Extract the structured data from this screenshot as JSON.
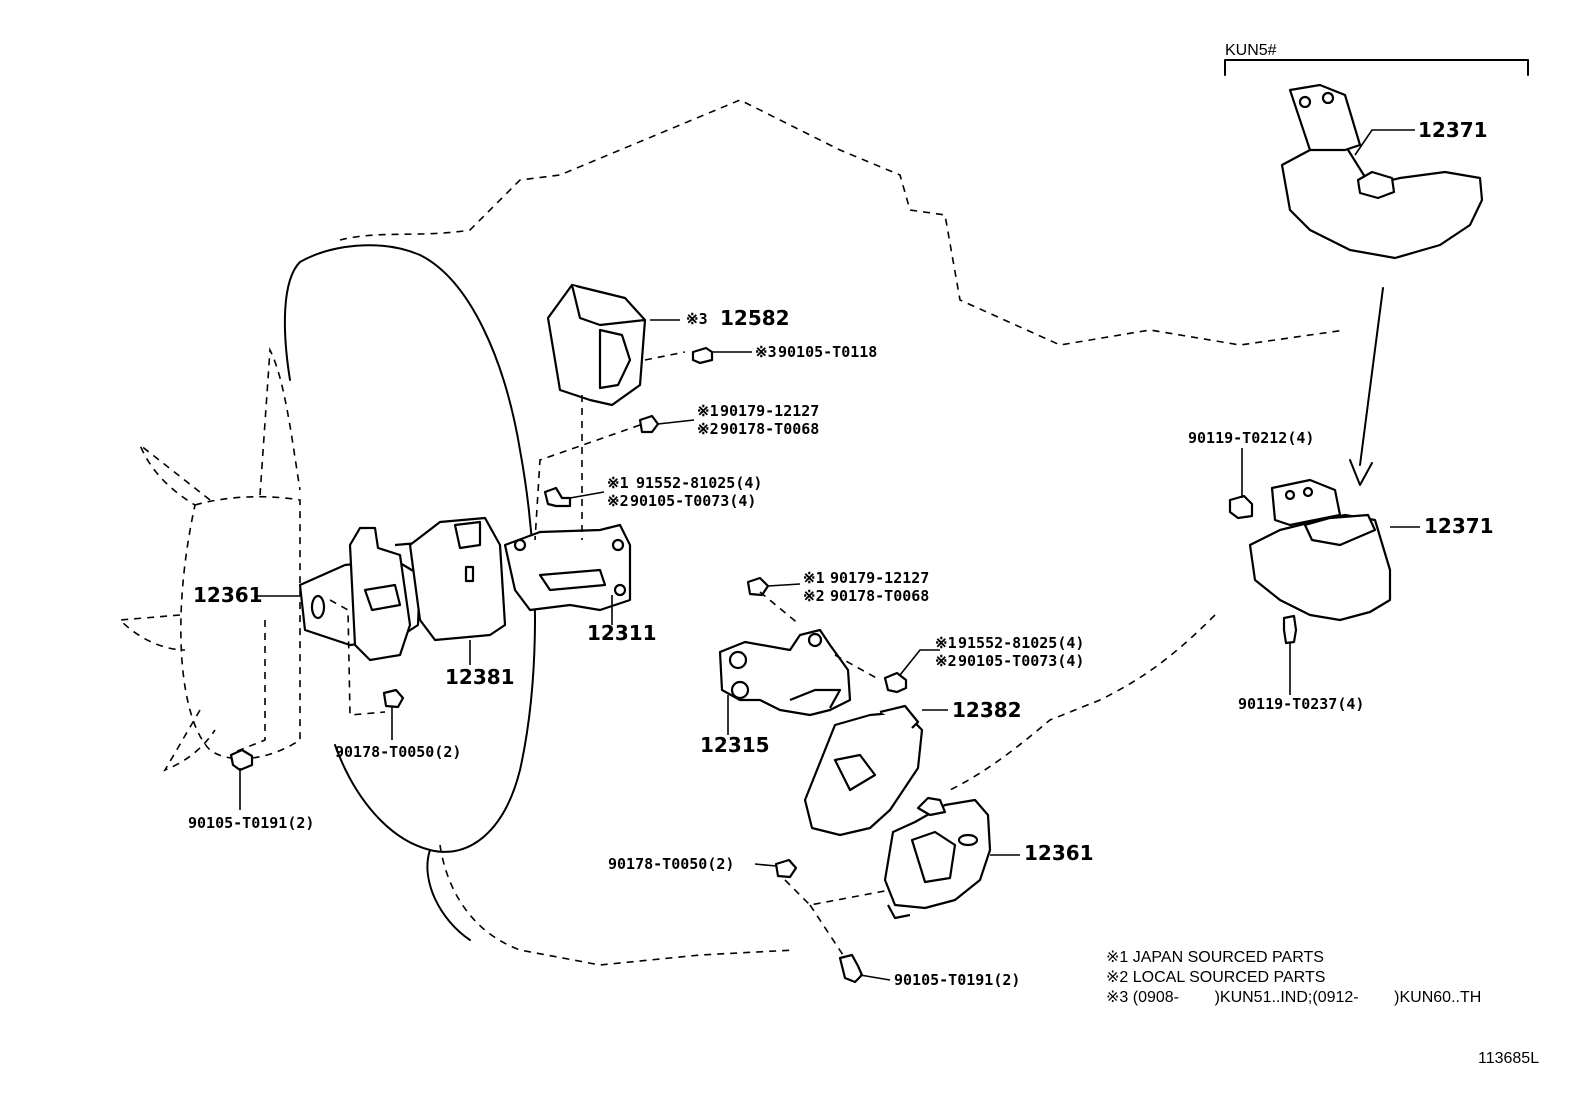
{
  "header": {
    "variant_label": "KUN5#"
  },
  "parts": {
    "p12371_top": "12371",
    "p12371_right": "12371",
    "p12582": "12582",
    "p12582_mark": "※3",
    "b90105_T0118": "90105-T0118",
    "b90105_T0118_mark": "※3",
    "n_top_1": "90179-12127",
    "n_top_1_mark": "※1",
    "n_top_2": "90178-T0068",
    "n_top_2_mark": "※2",
    "s_mid_1": "91552-81025(4)",
    "s_mid_1_mark": "※1",
    "s_mid_2": "90105-T0073(4)",
    "s_mid_2_mark": "※2",
    "p12361_left": "12361",
    "p12381": "12381",
    "p12311": "12311",
    "n_left": "90178-T0050(2)",
    "b_left": "90105-T0191(2)",
    "n_low_1": "90179-12127",
    "n_low_1_mark": "※1",
    "n_low_2": "90178-T0068",
    "n_low_2_mark": "※2",
    "s_low_1": "91552-81025(4)",
    "s_low_1_mark": "※1",
    "s_low_2": "90105-T0073(4)",
    "s_low_2_mark": "※2",
    "p12315": "12315",
    "p12382": "12382",
    "p12361_right": "12361",
    "n_bottom": "90178-T0050(2)",
    "b_bottom": "90105-T0191(2)",
    "b_top_right": "90119-T0212(4)",
    "b_bottom_right": "90119-T0237(4)"
  },
  "notes": {
    "n1": "※1 JAPAN SOURCED PARTS",
    "n2": "※2 LOCAL SOURCED PARTS",
    "n3": "※3 (0908-        )KUN51..IND;(0912-        )KUN60..TH"
  },
  "footer": {
    "figure_code": "113685L"
  }
}
